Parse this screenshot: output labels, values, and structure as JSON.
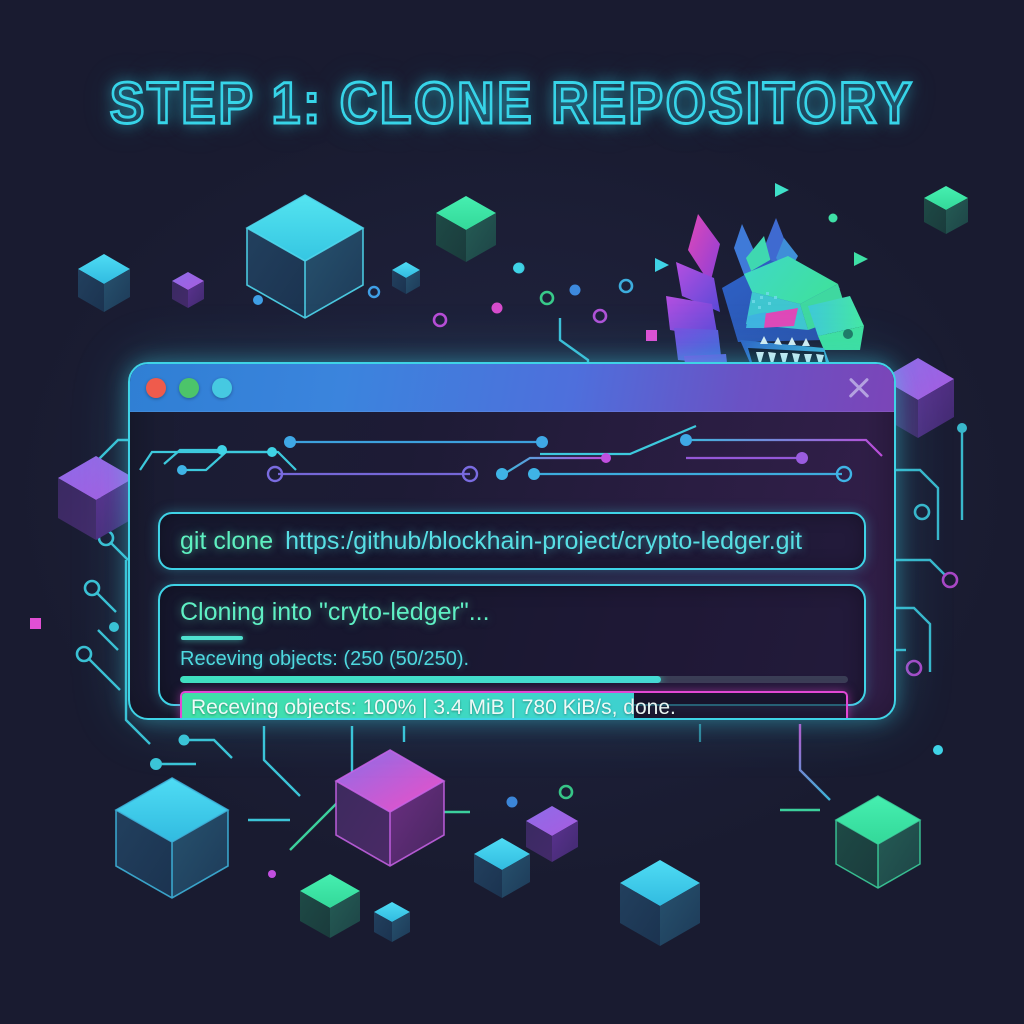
{
  "page": {
    "title": "STEP 1: CLONE REPOSITORY",
    "background_color": "#191b30",
    "accent_cyan": "#3fd3e6",
    "accent_green": "#3fe0a6",
    "accent_magenta": "#e148d4"
  },
  "window": {
    "titlebar": {
      "buttons": [
        {
          "name": "close",
          "color": "#ef5b4c"
        },
        {
          "name": "minimize",
          "color": "#4cc46a"
        },
        {
          "name": "maximize",
          "color": "#46c9e1"
        }
      ],
      "close_icon": "close-icon"
    },
    "command": {
      "prompt": "git clone",
      "url": "https:/github/blockhain-project/crypto-ledger.git"
    },
    "output": {
      "cloning_line": "Cloning into \"cryto-ledger\"...",
      "receiving_line": "Receving objects: (250 (50/250).",
      "progress_percent": 72,
      "status_fill_percent": 68,
      "status_text_main": "Receving objects: 100%   | 3.4 MiB | 780 KiB/s,",
      "status_text_tail": " done."
    }
  },
  "decor": {
    "logo": "dragon-head-logo",
    "cubes": [
      {
        "name": "cube-cyan-large",
        "top_color": "#3fd4e6"
      },
      {
        "name": "cube-green-small",
        "top_color": "#3ae0a0"
      },
      {
        "name": "cube-magenta-large",
        "top_color": "#e555c8"
      },
      {
        "name": "cube-blue-large",
        "top_color": "#38c8e8"
      },
      {
        "name": "cube-green-right",
        "top_color": "#3ae0a0"
      },
      {
        "name": "cube-purple-left",
        "top_color": "#9a5ce0"
      }
    ]
  }
}
